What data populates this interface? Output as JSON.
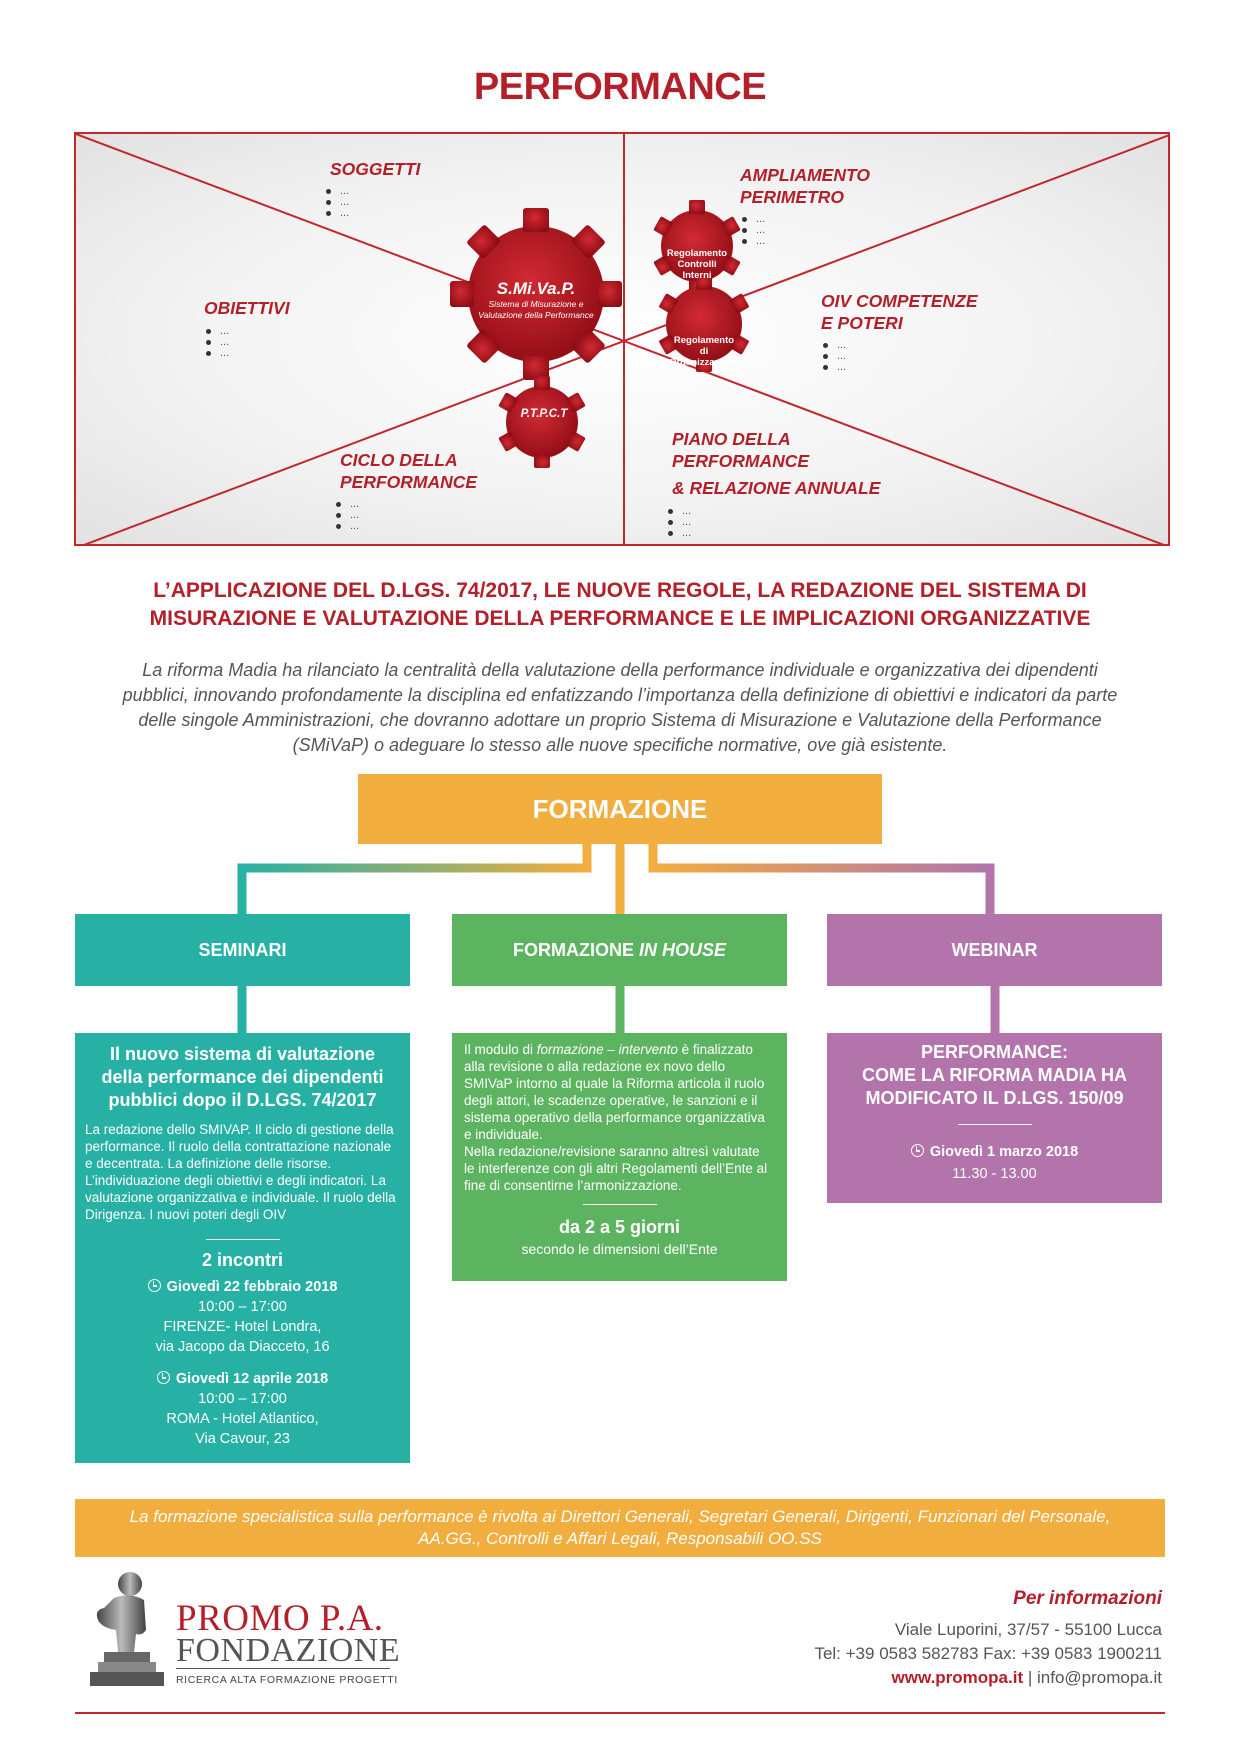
{
  "title": "PERFORMANCE",
  "diagram": {
    "soggetti": "SOGGETTI",
    "ampliamento": [
      "AMPLIAMENTO",
      "PERIMETRO"
    ],
    "obiettivi": "OBIETTIVI",
    "oiv": [
      "OIV COMPETENZE",
      "E POTERI"
    ],
    "ciclo": [
      "CICLO DELLA",
      "PERFORMANCE"
    ],
    "piano": [
      "PIANO DELLA",
      "PERFORMANCE",
      "& RELAZIONE ANNUALE"
    ],
    "dots": "...",
    "gears": {
      "smivap_title": "S.Mi.Va.P.",
      "smivap_sub1": "Sistema di Misurazione e",
      "smivap_sub2": "Valutazione della Performance",
      "controlli": [
        "Regolamento",
        "Controlli",
        "Interni"
      ],
      "organizzazione": [
        "Regolamento",
        "di",
        "Organizzazione"
      ],
      "ptpct": "P.T.P.C.T"
    },
    "colors": {
      "accent": "#b3202a",
      "gear": "#b5131c"
    }
  },
  "subtitle": [
    "L’APPLICAZIONE DEL D.LGS. 74/2017, LE NUOVE REGOLE, LA REDAZIONE DEL SISTEMA DI",
    "MISURAZIONE E VALUTAZIONE DELLA PERFORMANCE E LE IMPLICAZIONI ORGANIZZATIVE"
  ],
  "intro": [
    "La riforma Madia ha rilanciato la centralità della valutazione della performance individuale e organizzativa dei dipendenti",
    "pubblici, innovando profondamente la disciplina ed enfatizzando l’importanza della definizione di obiettivi e indicatori da parte",
    "delle singole Amministrazioni, che dovranno adottare un proprio Sistema di Misurazione e Valutazione della Performance",
    "(SMiVaP) o adeguare lo stesso alle nuove specifiche normative, ove già esistente."
  ],
  "formazione": "FORMAZIONE",
  "columns": {
    "seminari": {
      "head": "SEMINARI",
      "title": [
        "Il nuovo sistema di valutazione",
        "della performance dei dipendenti",
        "pubblici dopo il D.LGS. 74/2017"
      ],
      "text": [
        "La redazione dello SMIVAP. Il ciclo di gestione della",
        "performance. Il ruolo della contrattazione nazionale",
        "e decentrata. La definizione delle risorse.",
        "L’individuazione degli obiettivi e degli indicatori. La",
        "valutazione organizzativa e individuale. Il ruolo della",
        "Dirigenza. I nuovi poteri degli OIV"
      ],
      "count": "2 incontri",
      "events": [
        {
          "date": "Giovedì 22 febbraio 2018",
          "time": "10:00 – 17:00",
          "place1": "FIRENZE- Hotel Londra,",
          "place2": "via Jacopo da Diacceto, 16"
        },
        {
          "date": "Giovedì 12 aprile 2018",
          "time": "10:00 – 17:00",
          "place1": "ROMA - Hotel Atlantico,",
          "place2": "Via Cavour, 23"
        }
      ]
    },
    "inhouse": {
      "head_a": "FORMAZIONE ",
      "head_b": "IN HOUSE",
      "p1_a": "Il modulo di ",
      "p1_b": "formazione – intervento",
      "p1_c": " è finalizzato",
      "text1": [
        "alla revisione o alla redazione ex novo dello",
        "SMIVaP intorno al quale la Riforma articola il ruolo",
        "degli attori, le scadenze operative, le sanzioni e il",
        "sistema operativo della performance organizzativa",
        "e individuale."
      ],
      "text2": [
        "Nella redazione/revisione saranno altresì valutate",
        "le interferenze con gli altri Regolamenti dell’Ente al",
        "fine di consentirne l’armonizzazione."
      ],
      "duration": "da 2 a 5 giorni",
      "duration_note": "secondo le dimensioni dell’Ente"
    },
    "webinar": {
      "head": "WEBINAR",
      "title": [
        "PERFORMANCE:",
        "COME LA RIFORMA MADIA HA",
        "MODIFICATO IL D.LGS. 150/09"
      ],
      "date": "Giovedì 1 marzo 2018",
      "time": "11.30 - 13.00"
    },
    "colors": {
      "teal": "#27b1a5",
      "green": "#5cb461",
      "purple": "#b274aa",
      "orange": "#f2ad3f"
    }
  },
  "target": [
    "La formazione specialistica sulla performance è rivolta ai Direttori Generali, Segretari Generali, Dirigenti, Funzionari del Personale,",
    "AA.GG., Controlli e Affari Legali, Responsabili OO.SS"
  ],
  "footer": {
    "logo_name": "PROMO P.A.",
    "logo_sub": "FONDAZIONE",
    "logo_tag": "RICERCA ALTA FORMAZIONE PROGETTI",
    "info_title": "Per informazioni",
    "address": "Viale Luporini, 37/57 - 55100 Lucca",
    "tel": "Tel: +39 0583 582783 Fax: +39 0583 1900211",
    "web": "www.promopa.it",
    "email": "info@promopa.it"
  }
}
